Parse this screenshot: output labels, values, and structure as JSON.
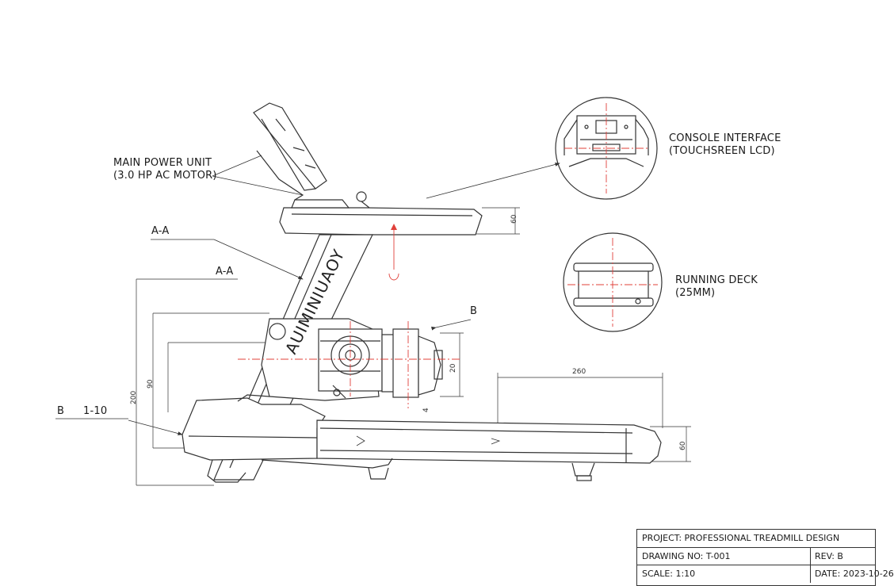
{
  "labels": {
    "main_power_title": "MAIN POWER UNIT",
    "main_power_sub": "(3.0 HP AC MOTOR)",
    "console_title": "CONSOLE INTERFACE",
    "console_sub": "(TOUCHSREEN LCD)",
    "deck_title": "RUNNING DECK",
    "deck_sub": "(25MM)",
    "section_aa_1": "A-A",
    "section_aa_2": "A-A",
    "detail_b_right": "B",
    "detail_b_left": "B",
    "scale_left": "1-10",
    "frame_text": "AUIMINIUAOY"
  },
  "dimensions": {
    "d60_top": "60",
    "d20": "20",
    "d260": "260",
    "d60_bottom": "60",
    "d200": "200",
    "d90": "90",
    "d4": "4"
  },
  "title_block": {
    "project": "PROJECT: PROFESSIONAL TREADMILL DESIGN",
    "drawing_no": "DRAWING NO: T-001",
    "rev": "REV: B",
    "scale": "SCALE: 1:10",
    "date": "DATE: 2023-10-26"
  },
  "colors": {
    "line": "#333333",
    "accent_red": "#e0403a"
  }
}
